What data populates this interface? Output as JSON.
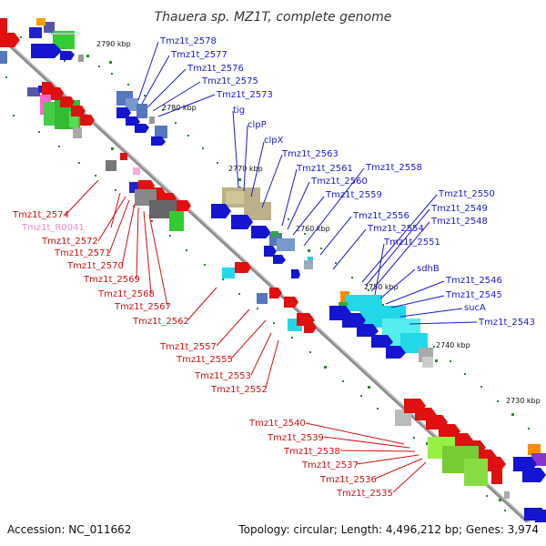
{
  "title": "Thauera sp. MZ1T, complete genome",
  "footer": {
    "accession": "Accession: NC_011662",
    "summary": "Topology: circular; Length: 4,496,212 bp; Genes: 3,974"
  },
  "colors": {
    "backbone": "#8c8c8c",
    "blue_label": "#1a1ad0",
    "red_label": "#d01010",
    "pink_label": "#ee88cc",
    "tick": "#2a8a2a"
  },
  "scale_labels": [
    "2790 kbp",
    "2780 kbp",
    "2770 kbp",
    "2760 kbp",
    "2750 kbp",
    "2740 kbp",
    "2730 kbp"
  ],
  "blue_labels": [
    "Tmz1t_2578",
    "Tmz1t_2577",
    "Tmz1t_2576",
    "Tmz1t_2575",
    "Tmz1t_2573",
    "tig",
    "clpP",
    "clpX",
    "Tmz1t_2563",
    "Tmz1t_2561",
    "Tmz1t_2560",
    "Tmz1t_2559",
    "Tmz1t_2558",
    "Tmz1t_2556",
    "Tmz1t_2554",
    "Tmz1t_2550",
    "Tmz1t_2549",
    "Tmz1t_2548",
    "Tmz1t_2551",
    "sdhB",
    "Tmz1t_2546",
    "Tmz1t_2545",
    "sucA",
    "Tmz1t_2543"
  ],
  "red_labels": [
    "Tmz1t_2574",
    "Tmz1t_R0041",
    "Tmz1t_2572",
    "Tmz1t_2571",
    "Tmz1t_2570",
    "Tmz1t_2569",
    "Tmz1t_2568",
    "Tmz1t_2567",
    "Tmz1t_2562",
    "Tmz1t_2557",
    "Tmz1t_2555",
    "Tmz1t_2553",
    "Tmz1t_2552",
    "Tmz1t_2540",
    "Tmz1t_2539",
    "Tmz1t_2538",
    "Tmz1t_2537",
    "Tmz1t_2536",
    "Tmz1t_2535"
  ]
}
